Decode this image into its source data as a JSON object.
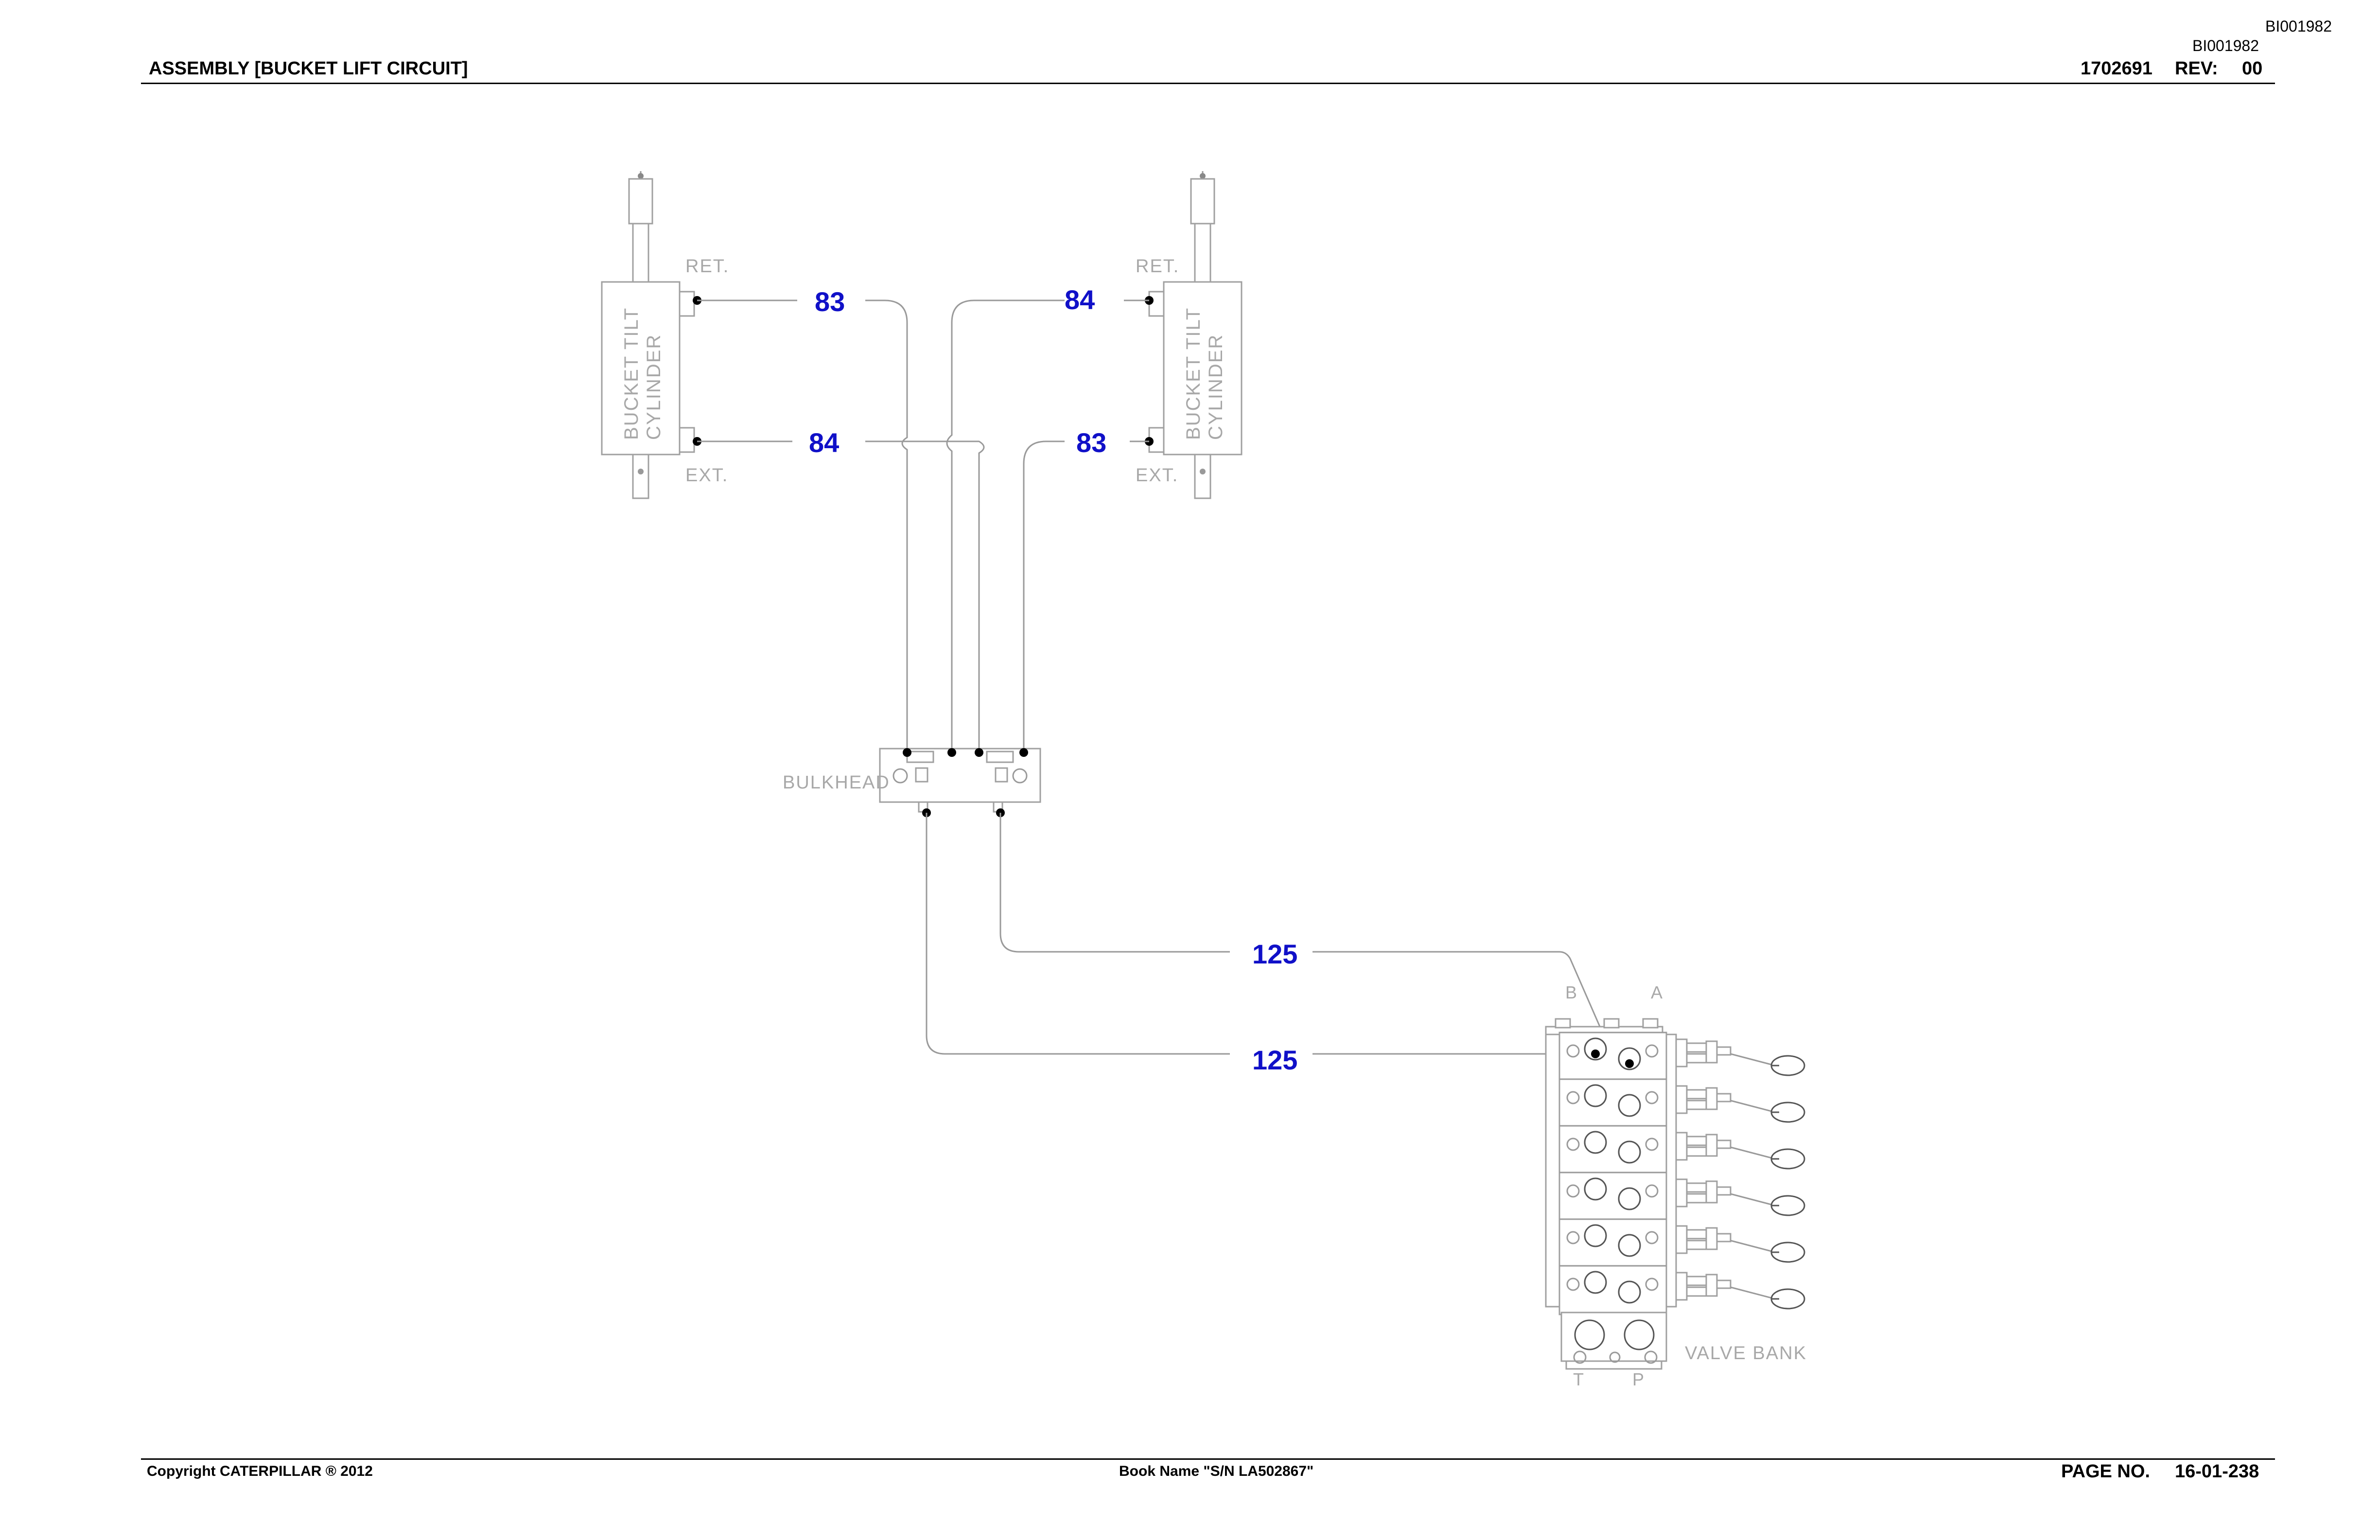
{
  "header": {
    "doc_id_top": "BI001982",
    "doc_id": "BI001982",
    "title": "ASSEMBLY [BUCKET LIFT CIRCUIT]",
    "part_number": "1702691",
    "rev_label": "REV:",
    "rev_value": "00"
  },
  "footer": {
    "copyright": "Copyright CATERPILLAR ® 2012",
    "book_name": "Book Name \"S/N LA502867\"",
    "page_label": "PAGE NO.",
    "page_value": "16-01-238"
  },
  "diagram": {
    "left_cylinder": {
      "name": "BUCKET TILT CYLINDER",
      "label_line1": "BUCKET TILT",
      "label_line2": "CYLINDER",
      "ret_label": "RET.",
      "ext_label": "EXT.",
      "ret_callout": "83",
      "ext_callout": "84"
    },
    "right_cylinder": {
      "name": "BUCKET TILT CYLINDER",
      "label_line1": "BUCKET TILT",
      "label_line2": "CYLINDER",
      "ret_label": "RET.",
      "ext_label": "EXT.",
      "ret_callout": "84",
      "ext_callout": "83"
    },
    "bulkhead_label": "BULKHEAD",
    "hose_callout_a": "125",
    "hose_callout_b": "125",
    "valve_bank": {
      "label": "VALVE BANK",
      "port_b": "B",
      "port_a": "A",
      "port_t": "T",
      "port_p": "P",
      "section_count": 6
    }
  },
  "colors": {
    "callout": "#1010c8",
    "drawing_line": "#9a9a9a",
    "label_gray": "#a8a8a8"
  }
}
